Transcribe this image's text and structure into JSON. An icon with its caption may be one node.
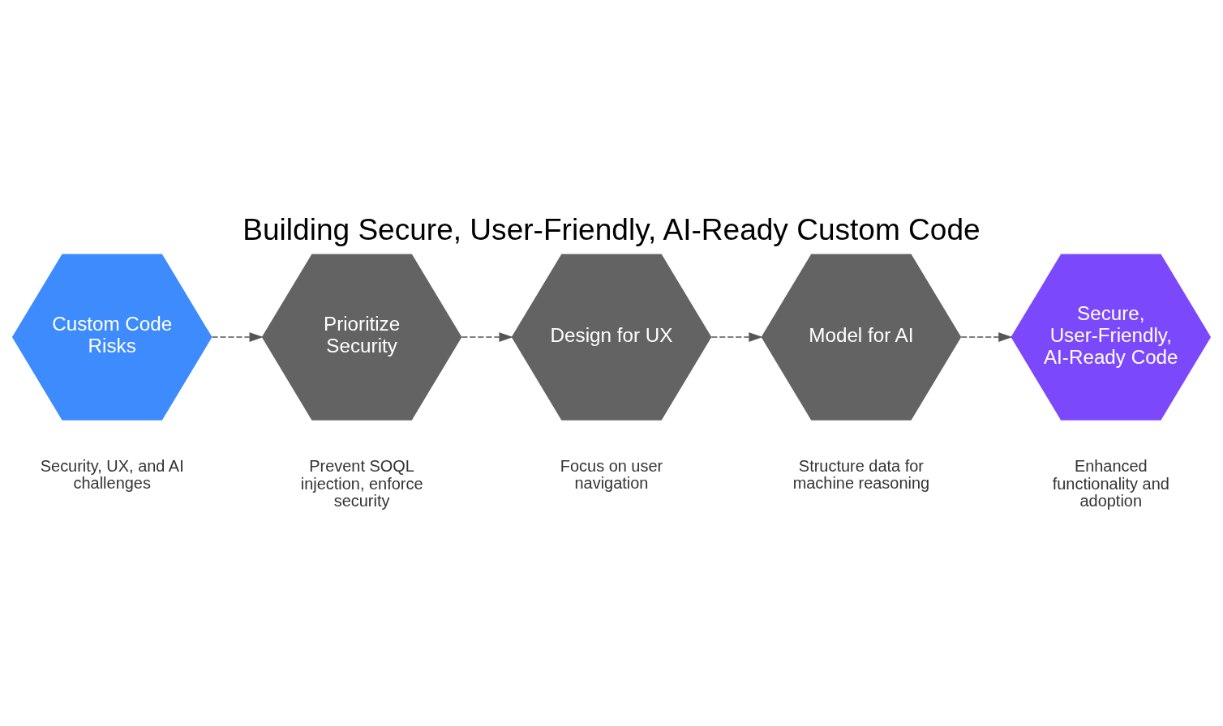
{
  "diagram": {
    "title": "Building Secure, User-Friendly, AI-Ready Custom Code",
    "nodes": [
      {
        "text": [
          "Custom Code Risks"
        ],
        "beside": [
          "Security, UX, and AI challenges"
        ]
      },
      {
        "text": [
          "Prioritize Security"
        ],
        "beside": [
          "Prevent SOQL injection, enforce security"
        ]
      },
      {
        "text": [
          "Design for UX"
        ],
        "beside": [
          "Focus on user navigation"
        ]
      },
      {
        "text": [
          "Model for AI"
        ],
        "beside": [
          "Structure data for machine reasoning"
        ]
      },
      {
        "text": [
          "Secure, User-Friendly, AI-Ready Code"
        ],
        "beside": [
          "Enhanced functionality and adoption"
        ]
      }
    ],
    "edges": [
      {
        "from": 0,
        "to": 1,
        "arrow": "to",
        "style": "dashed"
      },
      {
        "from": 1,
        "to": 2,
        "arrow": "to",
        "style": "dashed"
      },
      {
        "from": 2,
        "to": 3,
        "arrow": "to",
        "style": "dashed"
      },
      {
        "from": 3,
        "to": 4,
        "arrow": "to",
        "style": "dashed"
      }
    ]
  }
}
